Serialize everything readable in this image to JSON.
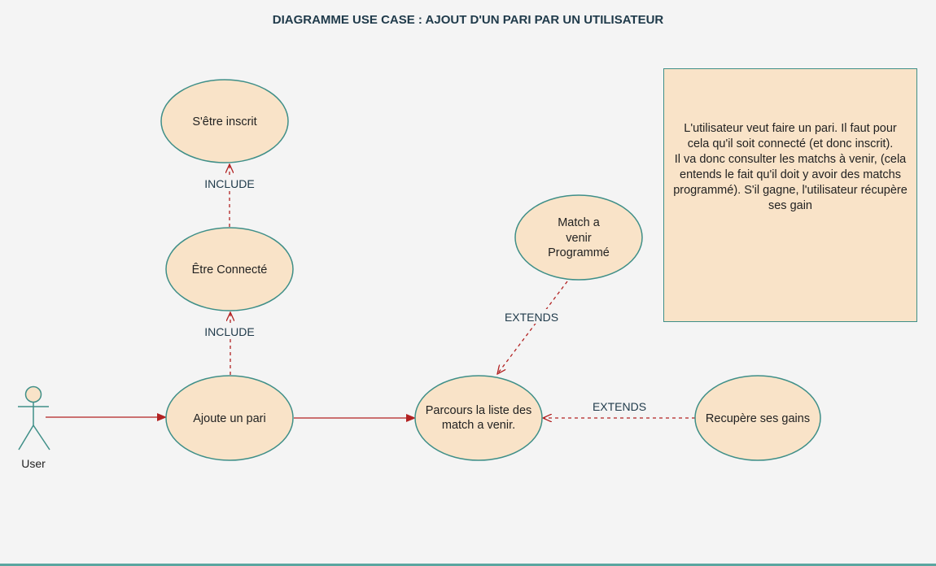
{
  "title": "DIAGRAMME USE CASE : AJOUT D'UN PARI PAR UN UTILISATEUR",
  "actor": {
    "label": "User"
  },
  "use_cases": {
    "inscrit": "S'être inscrit",
    "connecte": "Être Connecté",
    "ajoute_pari": "Ajoute un pari",
    "parcours": [
      "Parcours la liste des",
      "match a venir."
    ],
    "match_venir": [
      "Match a",
      "venir",
      "Programmé"
    ],
    "recupere": "Recupère ses gains"
  },
  "relations": {
    "include_1": "INCLUDE",
    "include_2": "INCLUDE",
    "extends_1": "EXTENDS",
    "extends_2": "EXTENDS"
  },
  "note": "L'utilisateur veut faire un pari. Il faut pour\ncela qu'il soit connecté (et donc inscrit).\nIl va donc consulter les matchs à venir, (cela\nentends le fait qu'il doit y avoir des matchs\nprogrammé). S'il gagne, l'utilisateur récupère\nses gain",
  "colors": {
    "ellipse_fill": "#f9e3c8",
    "ellipse_stroke": "#3f8f88",
    "arrow": "#b22222",
    "label": "#1f3a4a"
  }
}
